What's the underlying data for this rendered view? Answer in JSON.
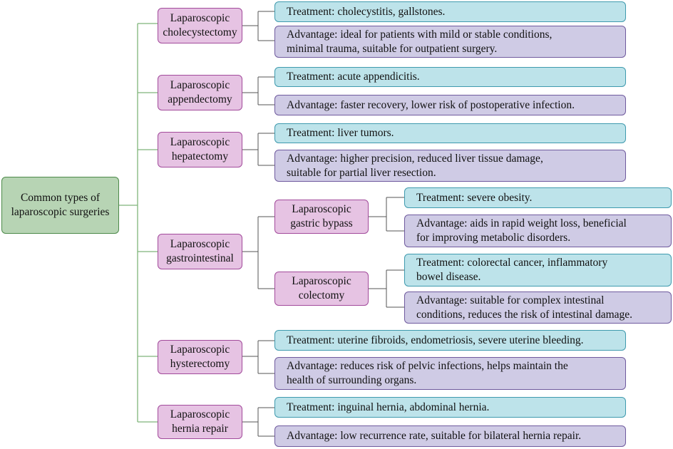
{
  "root": {
    "label_line1": "Common types of",
    "label_line2": "laparoscopic surgeries"
  },
  "procedures": [
    {
      "name_line1": "Laparoscopic",
      "name_line2": "cholecystectomy",
      "treatment": "Treatment: cholecystitis, gallstones.",
      "advantage_line1": "Advantage: ideal for patients with mild or stable conditions,",
      "advantage_line2": "minimal trauma, suitable for outpatient surgery."
    },
    {
      "name_line1": "Laparoscopic",
      "name_line2": "appendectomy",
      "treatment": "Treatment: acute appendicitis.",
      "advantage_line1": "Advantage: faster recovery, lower risk of postoperative infection.",
      "advantage_line2": ""
    },
    {
      "name_line1": "Laparoscopic",
      "name_line2": "hepatectomy",
      "treatment": "Treatment: liver tumors.",
      "advantage_line1": "Advantage: higher precision, reduced liver tissue damage,",
      "advantage_line2": "suitable for partial liver resection."
    },
    {
      "name_line1": "Laparoscopic",
      "name_line2": "gastrointestinal",
      "subtypes": [
        {
          "name_line1": "Laparoscopic",
          "name_line2": "gastric bypass",
          "treatment_line1": "Treatment: severe obesity.",
          "treatment_line2": "",
          "advantage_line1": "Advantage: aids in rapid weight loss, beneficial",
          "advantage_line2": "for improving metabolic disorders."
        },
        {
          "name_line1": "Laparoscopic",
          "name_line2": "colectomy",
          "treatment_line1": "Treatment: colorectal cancer, inflammatory",
          "treatment_line2": "bowel disease.",
          "advantage_line1": "Advantage: suitable for complex intestinal",
          "advantage_line2": "conditions, reduces the risk of intestinal damage."
        }
      ]
    },
    {
      "name_line1": "Laparoscopic",
      "name_line2": "hysterectomy",
      "treatment": "Treatment: uterine fibroids, endometriosis, severe uterine bleeding.",
      "advantage_line1": "Advantage: reduces risk of pelvic infections, helps maintain the",
      "advantage_line2": "health of surrounding organs."
    },
    {
      "name_line1": "Laparoscopic",
      "name_line2": "hernia repair",
      "treatment": "Treatment: inguinal hernia, abdominal hernia.",
      "advantage_line1": "Advantage: low recurrence rate, suitable for bilateral hernia repair.",
      "advantage_line2": ""
    }
  ],
  "colors": {
    "root_fill": "#b7d4b4",
    "root_border": "#4d8a4a",
    "procedure_fill": "#e6c3e3",
    "procedure_border": "#a24a9b",
    "treatment_fill": "#bde3ea",
    "treatment_border": "#3f9aae",
    "advantage_fill": "#cfcbe5",
    "advantage_border": "#6f5a9e",
    "root_connector": "#7fb57a",
    "branch_connector": "#555555"
  }
}
